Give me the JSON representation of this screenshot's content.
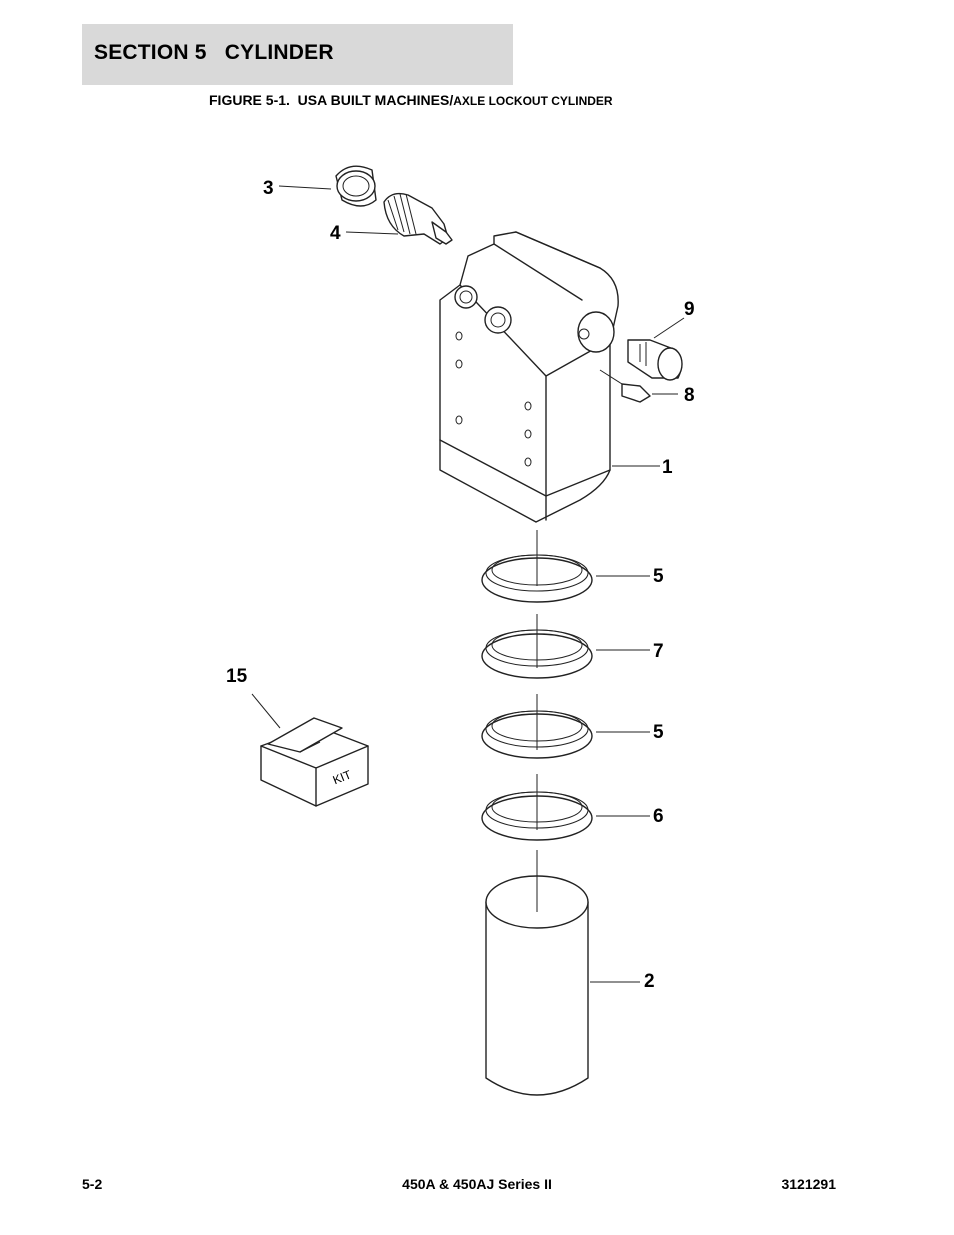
{
  "header": {
    "section_title": "SECTION 5   CYLINDER",
    "band_color": "#d9d9d9"
  },
  "figure": {
    "caption_main": "FIGURE 5-1.  USA BUILT MACHINES/",
    "caption_tail": "AXLE LOCKOUT CYLINDER",
    "kit_label": "KIT",
    "callouts": [
      "3",
      "4",
      "9",
      "8",
      "1",
      "5",
      "7",
      "5",
      "6",
      "2",
      "15"
    ]
  },
  "footer": {
    "page_number": "5-2",
    "model": "450A & 450AJ Series II",
    "doc_number": "3121291"
  }
}
